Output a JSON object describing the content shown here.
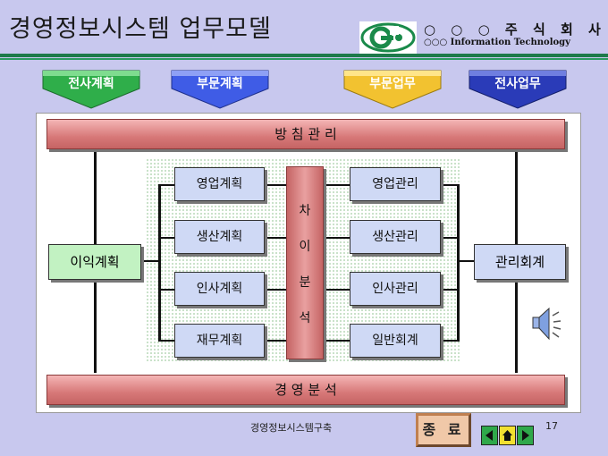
{
  "title": "경영정보시스템 업무모델",
  "company": {
    "name": "○ ○ ○ 주 식 회 사",
    "subtitle": "○○○ Information Technology"
  },
  "tabs": [
    {
      "label": "전사계획",
      "color": "#2fae4a"
    },
    {
      "label": "부문계획",
      "color": "#3f5ce6"
    },
    {
      "label": "부문업무",
      "color": "#f2c230"
    },
    {
      "label": "전사업무",
      "color": "#2a3bb8"
    }
  ],
  "diagram": {
    "top_bar": "방          침          관          리",
    "bottom_bar": "경          영          분          석",
    "left_box": "이익계획",
    "right_box": "관리회계",
    "plans": [
      "영업계획",
      "생산계획",
      "인사계획",
      "재무계획"
    ],
    "operations": [
      "영업관리",
      "생산관리",
      "인사관리",
      "일반회계"
    ],
    "center_chars": [
      "차",
      "이",
      "분",
      "석"
    ]
  },
  "footer": {
    "text": "경영정보시스템구축",
    "end_button": "종 료",
    "page": "17"
  },
  "icons": [
    "speaker-icon",
    "nav-prev-icon",
    "nav-home-icon",
    "nav-next-icon"
  ]
}
